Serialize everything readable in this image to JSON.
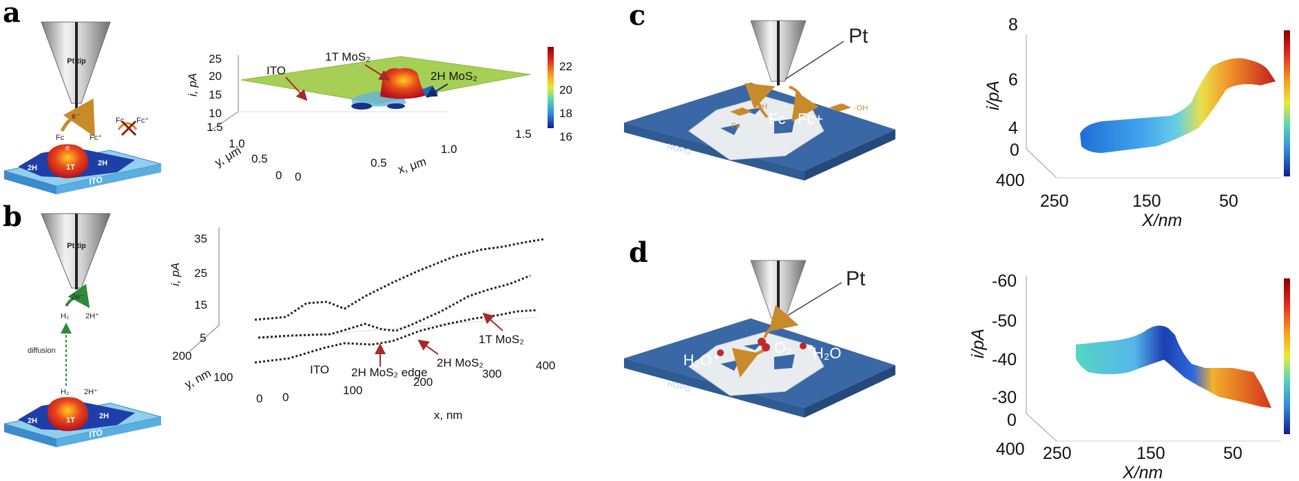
{
  "panels": {
    "a": {
      "label": "a",
      "schematic": {
        "tip": "Pt tip",
        "electron": "e⁻",
        "e_mark": "e",
        "fc": "Fc",
        "fcp": "Fc⁺",
        "fc2": "Fc",
        "fcp2": "Fc⁺",
        "h2a": "2H",
        "h2b": "2H",
        "t1": "1T",
        "substrate": "ITO"
      },
      "plot": {
        "annotations": [
          "ITO",
          "1T MoS₂",
          "2H MoS₂"
        ],
        "z_label": "i, pA",
        "z_ticks": [
          "25",
          "20",
          "15",
          "10"
        ],
        "y_label": "y, μm",
        "y_ticks": [
          "1.5",
          "1.0",
          "0.5",
          "0"
        ],
        "x_label": "x, μm",
        "x_ticks": [
          "0",
          "0.5",
          "1.0",
          "1.5"
        ],
        "colorbar_ticks": [
          "22",
          "20",
          "18",
          "16"
        ]
      }
    },
    "b": {
      "label": "b",
      "schematic": {
        "tip": "Pt tip",
        "electrons": "-2e⁻",
        "h2_top": "H₂",
        "hp_top": "2H⁺",
        "diffusion": "diffusion",
        "h2_bot": "H₂",
        "hp_bot": "2H⁺",
        "h2a": "2H",
        "h2b": "2H",
        "t1": "1T",
        "substrate": "ITO"
      },
      "plot": {
        "annotations": [
          "ITO",
          "2H MoS₂ edge",
          "2H MoS₂",
          "1T MoS₂"
        ],
        "z_label": "i, pA",
        "z_ticks": [
          "35",
          "25",
          "15",
          "5"
        ],
        "y_label": "y, nm",
        "y_ticks": [
          "200",
          "100",
          "0"
        ],
        "x_label": "x, nm",
        "x_ticks": [
          "0",
          "100",
          "200",
          "300",
          "400"
        ]
      }
    },
    "c": {
      "label": "c",
      "schematic": {
        "tip": "Pt",
        "fc": "Fc",
        "fcp": "Fc+",
        "fe": "Fe",
        "oh": "-OH",
        "substrate": "HOPG"
      },
      "plot": {
        "z_label": "i/pA",
        "z_ticks": [
          "8",
          "6",
          "4",
          "0"
        ],
        "y_tick": "400",
        "x_label": "X/nm",
        "x_ticks": [
          "250",
          "150",
          "50"
        ]
      }
    },
    "d": {
      "label": "d",
      "schematic": {
        "tip": "Pt",
        "o2": "O₂",
        "h2o_left": "H₂O",
        "h2o_right": "H₂O",
        "substrate": "HOPG"
      },
      "plot": {
        "z_label": "i/pA",
        "z_ticks": [
          "-60",
          "-50",
          "-40",
          "-30",
          "0"
        ],
        "y_tick": "400",
        "x_label": "X/nm",
        "x_ticks": [
          "250",
          "150",
          "50"
        ]
      }
    }
  },
  "colors": {
    "accent_red": "#c0282d",
    "ito_blue": "#4d9fd6",
    "hopg_blue": "#2f5b93",
    "surface_green": "#a6cf55",
    "arrow_orange": "#c98a2a"
  }
}
